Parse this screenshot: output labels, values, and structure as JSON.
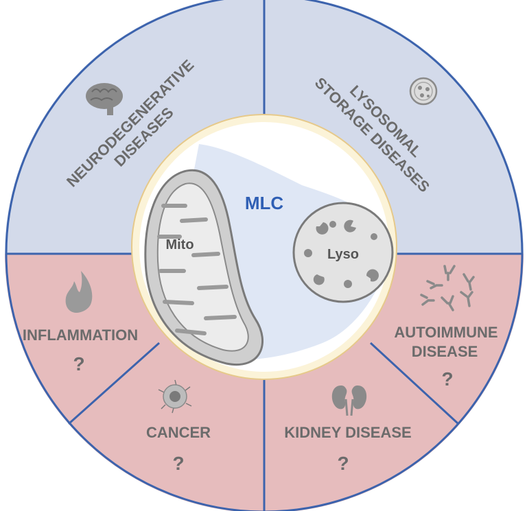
{
  "center": {
    "mlc_label": "MLC",
    "mito_label": "Mito",
    "lyso_label": "Lyso"
  },
  "sectors": {
    "neuro": {
      "line1": "NEURODEGENERATIVE",
      "line2": "DISEASES",
      "icon": "brain-icon"
    },
    "lysosomal": {
      "line1": "LYSOSOMAL",
      "line2": "STORAGE DISEASES",
      "icon": "lysosome-icon"
    },
    "inflammation": {
      "label": "INFLAMMATION",
      "question": "?",
      "icon": "flame-icon"
    },
    "cancer": {
      "label": "CANCER",
      "question": "?",
      "icon": "cancer-cell-icon"
    },
    "kidney": {
      "label": "KIDNEY DISEASE",
      "question": "?",
      "icon": "kidney-icon"
    },
    "autoimmune": {
      "line1": "AUTOIMMUNE",
      "line2": "DISEASE",
      "question": "?",
      "icon": "antibody-icon"
    }
  },
  "colors": {
    "top_fill": "#d3daea",
    "bottom_fill": "#e6bcbd",
    "line": "#3c63ad",
    "mlc_text": "#2f5fb4",
    "center_ring": "#fbf3d8",
    "label_gray": "#6b6b6b"
  }
}
